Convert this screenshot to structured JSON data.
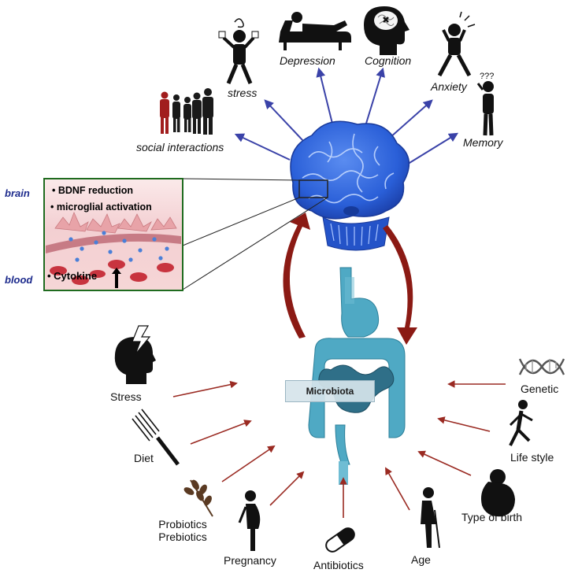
{
  "effects": {
    "social": "social interactions",
    "stress": "stress",
    "depression": "Depression",
    "cognition": "Cognition",
    "anxiety": "Anxiety",
    "memory": "Memory",
    "question_marks": "???"
  },
  "inset": {
    "item1": "• BDNF reduction",
    "item2": "• microglial activation",
    "item3": "• Cytokine"
  },
  "compartments": {
    "brain": "brain",
    "blood": "blood"
  },
  "center_label": "Microbiota",
  "factors": {
    "stress": "Stress",
    "diet": "Diet",
    "probiotics_line1": "Probiotics",
    "probiotics_line2": "Prebiotics",
    "pregnancy": "Pregnancy",
    "antibiotics": "Antibiotics",
    "age": "Age",
    "genetic": "Genetic",
    "life_style": "Life style",
    "birth": "Type of birth"
  },
  "colors": {
    "brain_blue": "#2a5fd8",
    "effect_arrow": "#3a42a8",
    "axis_arrow": "#8b1a14",
    "factor_arrow": "#9a2a22",
    "gut_teal": "#4fa9c4",
    "side_label": "#1c2a8c",
    "inset_border": "#1f6b1f"
  }
}
